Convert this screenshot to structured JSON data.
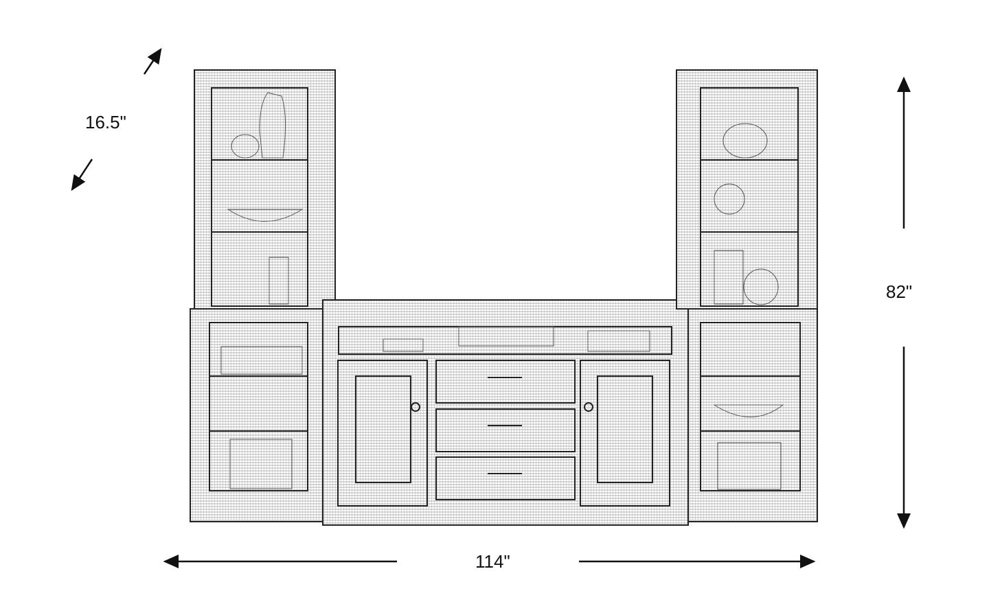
{
  "dimensions": {
    "depth": "16.5\"",
    "height": "82\"",
    "width": "114\""
  },
  "colors": {
    "line": "#222222",
    "background": "#ffffff"
  }
}
